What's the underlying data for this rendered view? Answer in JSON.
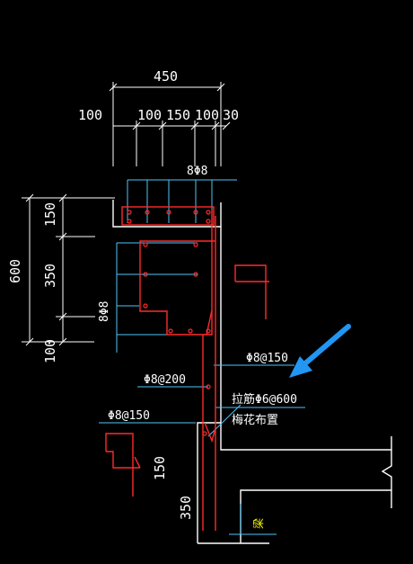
{
  "drawing": {
    "top_dims": {
      "overall": "450",
      "left_offset": "100",
      "segments": [
        "100",
        "150",
        "100",
        "30"
      ]
    },
    "left_dims": {
      "overall": "600",
      "segments": [
        "150",
        "350",
        "100"
      ]
    },
    "bottom_dims": [
      "150",
      "350"
    ],
    "annotations": {
      "top_rebar": "8Φ8",
      "side_rebar": "8Φ8",
      "stirrup_150_right": "Φ8@150",
      "stirrup_200": "Φ8@200",
      "stirrup_150_left": "Φ8@150",
      "tie_bar": "拉筋Φ6@600",
      "arrangement": "梅花布置",
      "beam_label": "梁"
    },
    "colors": {
      "background": "#000000",
      "dimension_lines": "#ffffff",
      "concrete_outline": "#ffffff",
      "leader_lines": "#4fc3f7",
      "rebar": "#ff2a2a",
      "arrow": "#2196f3",
      "beam_text": "#ffff00"
    }
  }
}
